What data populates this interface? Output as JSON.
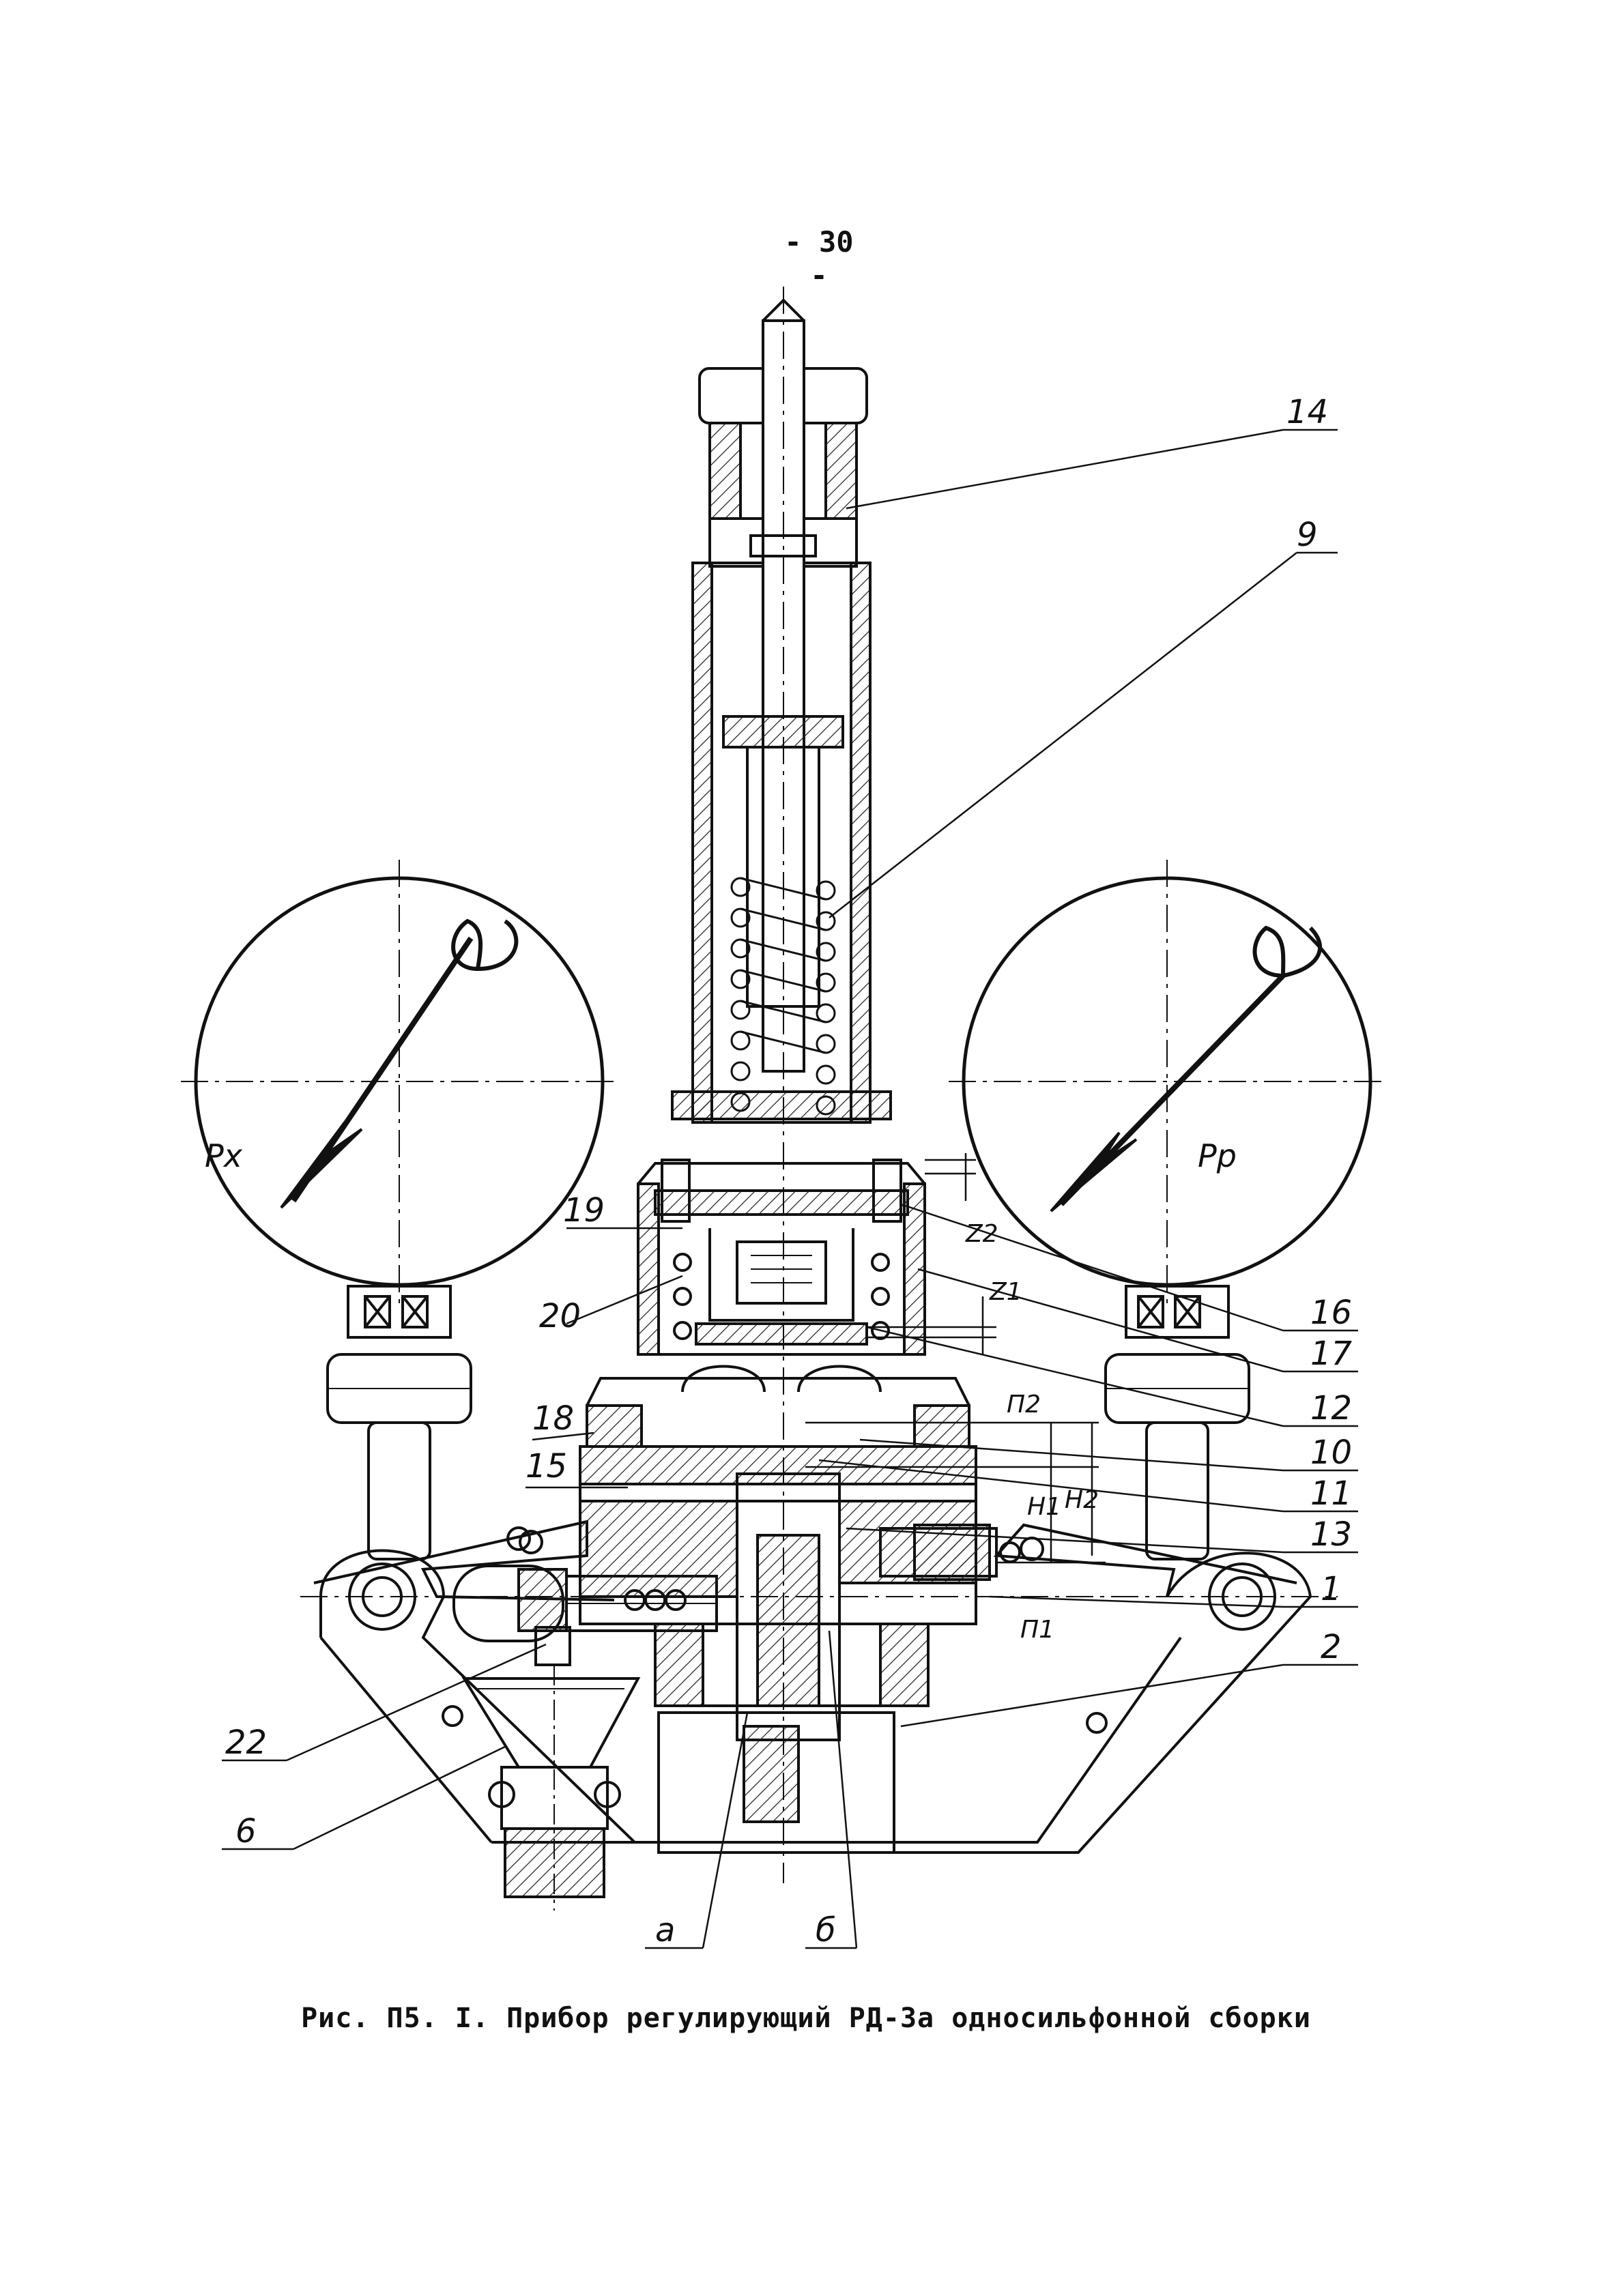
{
  "page": {
    "number": "- 30 -"
  },
  "caption": "Рис. П5. I. Прибор регулирующий РД-3а односильфонной сборки",
  "gauges": {
    "left_label": "Px",
    "right_label": "Pp"
  },
  "labels": {
    "n14": "14",
    "n9": "9",
    "n19": "19",
    "n20": "20",
    "n16": "16",
    "n17": "17",
    "n12": "12",
    "n10": "10",
    "n11": "11",
    "n13": "13",
    "n1": "1",
    "n2": "2",
    "n18": "18",
    "n15": "15",
    "n22": "22",
    "n6": "6",
    "a": "а",
    "b": "б",
    "z1": "Z1",
    "z2": "Z2",
    "p1": "П1",
    "p2": "П2",
    "h1": "H1",
    "h2": "H2"
  }
}
